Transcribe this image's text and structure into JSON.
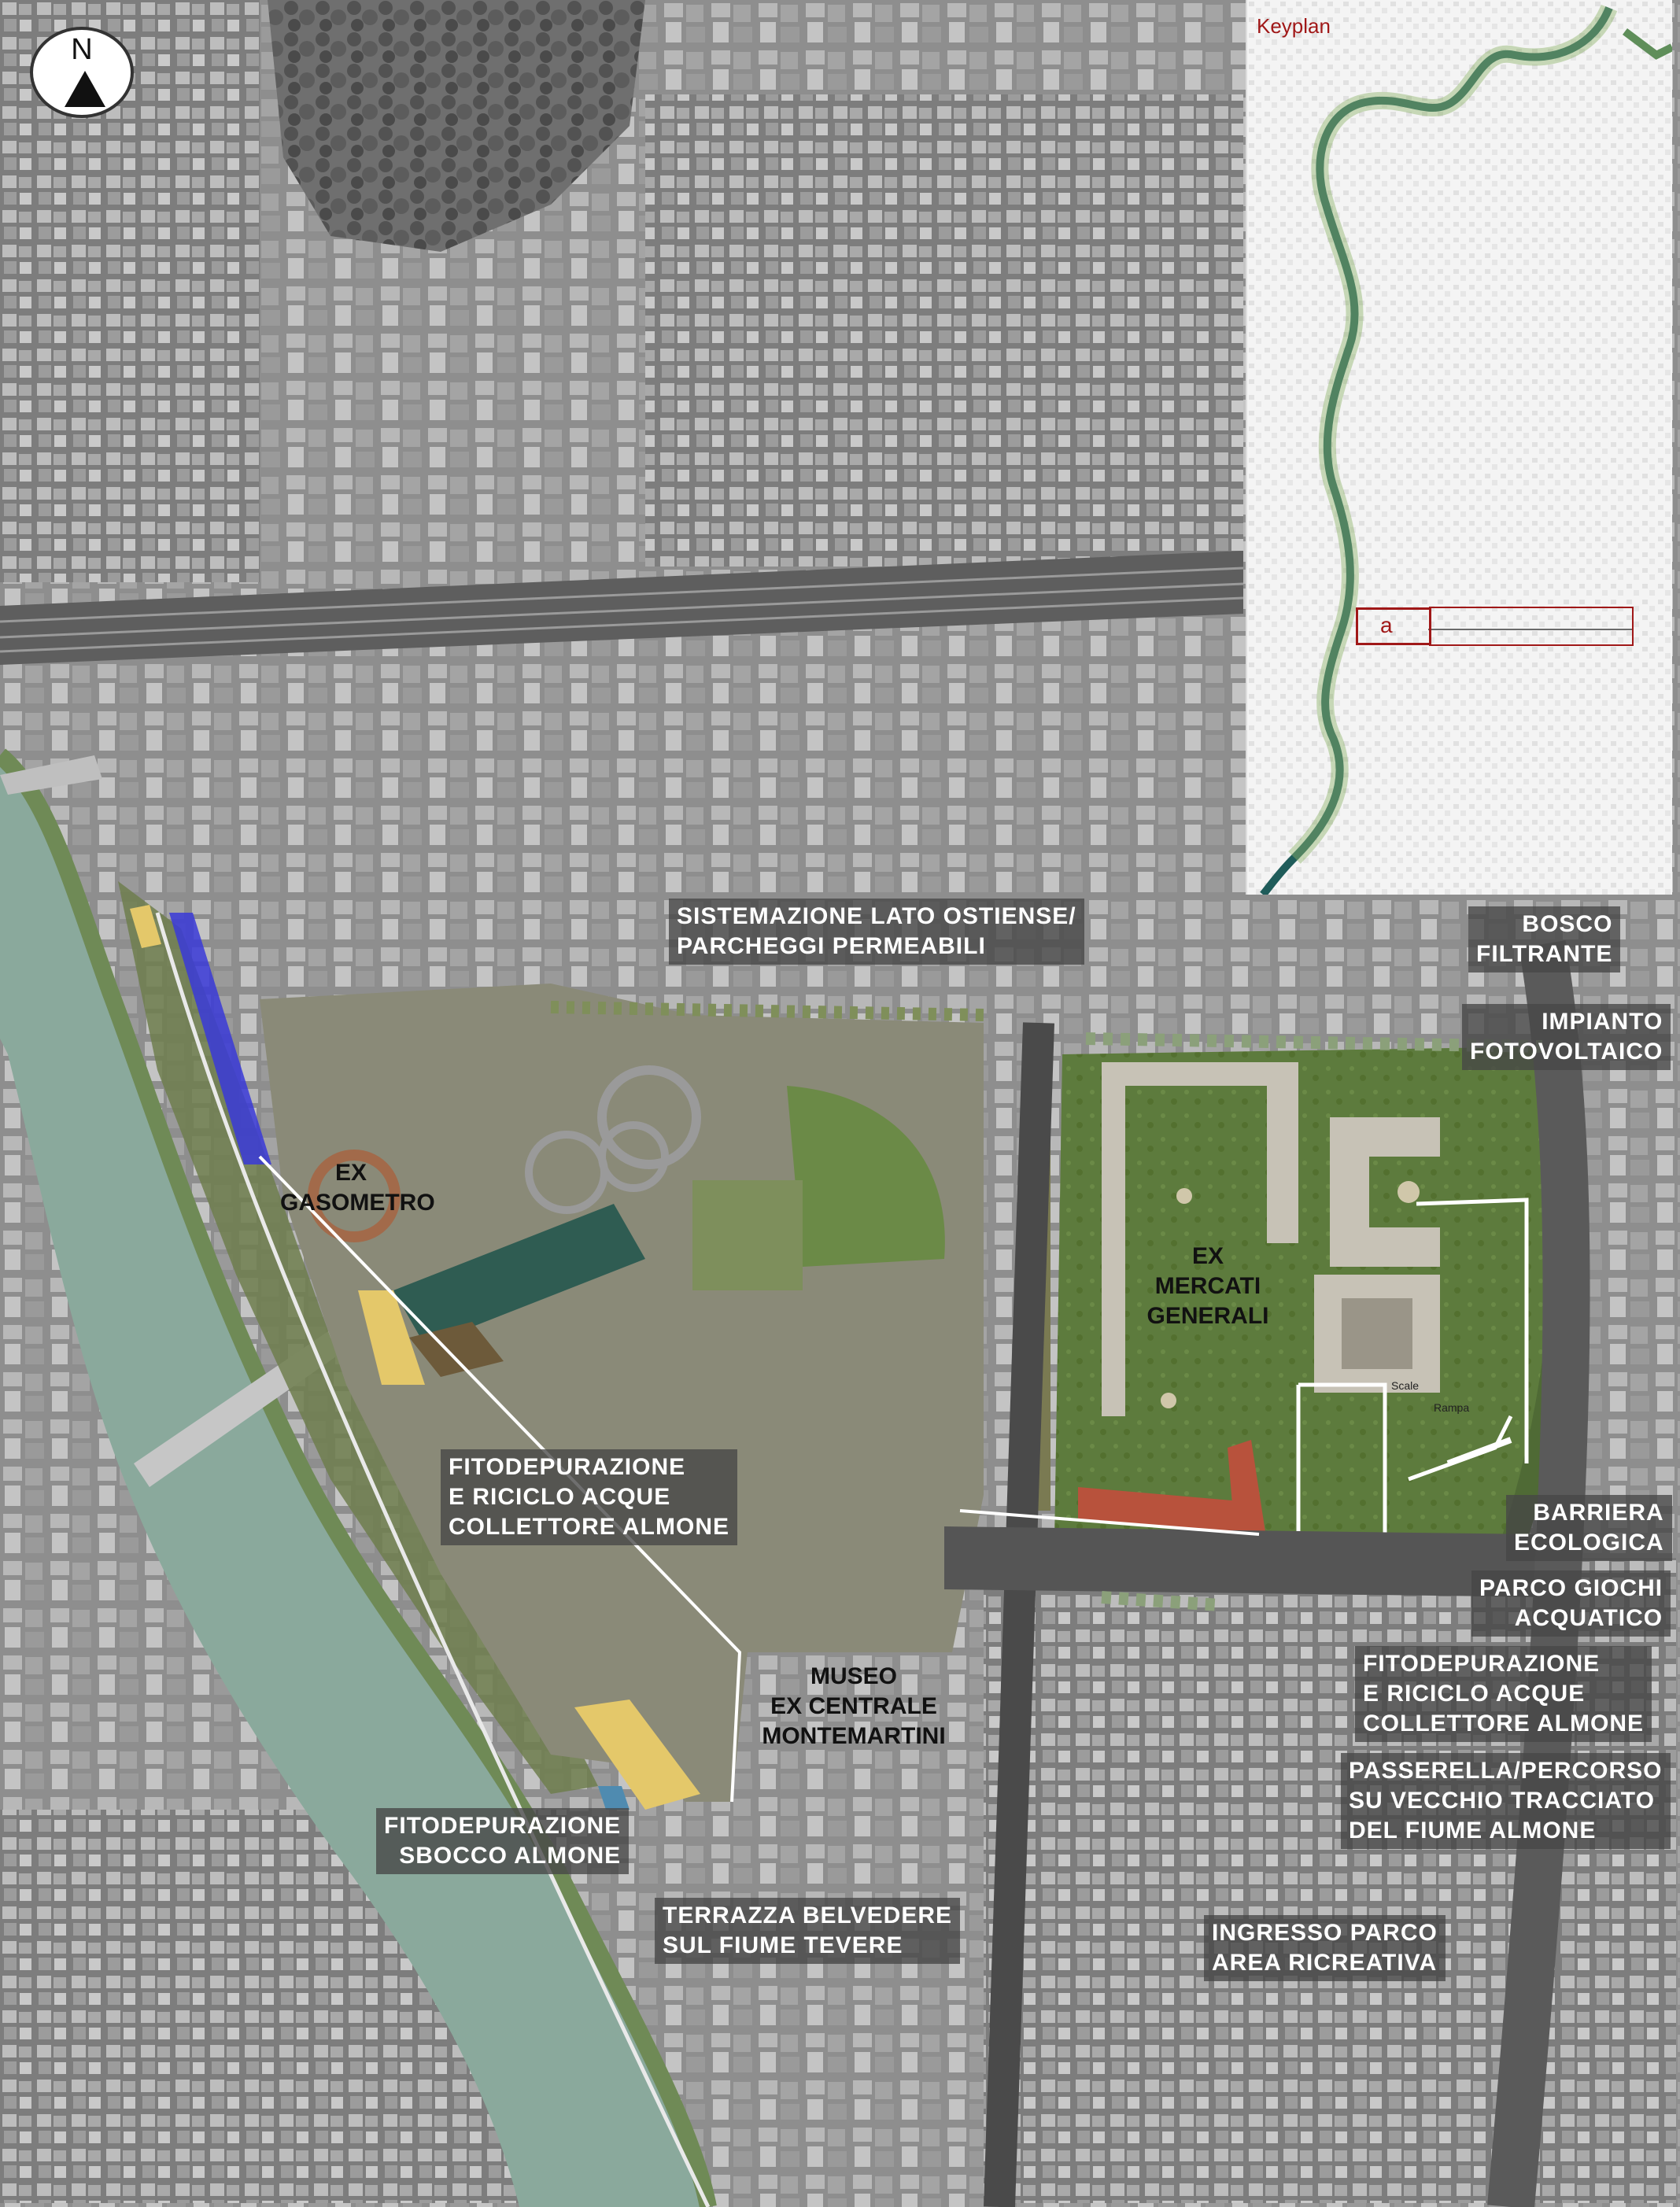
{
  "keyplan": {
    "title": "Keyplan",
    "marker": "a"
  },
  "north_arrow": {
    "letter": "N"
  },
  "places": {
    "gasometro": [
      "EX",
      "GASOMETRO"
    ],
    "mercati": [
      "EX",
      "MERCATI",
      "GENERALI"
    ],
    "museo": [
      "MUSEO",
      "EX CENTRALE",
      "MONTEMARTINI"
    ],
    "scale": "Scale",
    "rampa": "Rampa"
  },
  "labels": {
    "ostiense": [
      "SISTEMAZIONE LATO OSTIENSE/",
      "PARCHEGGI PERMEABILI"
    ],
    "bosco": [
      "BOSCO",
      "FILTRANTE"
    ],
    "impianto": [
      "IMPIANTO",
      "FOTOVOLTAICO"
    ],
    "fito_left": [
      "FITODEPURAZIONE",
      "E RICICLO ACQUE",
      "COLLETTORE ALMONE"
    ],
    "barriera": [
      "BARRIERA",
      "ECOLOGICA"
    ],
    "parco_giochi": [
      "PARCO GIOCHI",
      "ACQUATICO"
    ],
    "fito_right": [
      "FITODEPURAZIONE",
      "E RICICLO ACQUE",
      "COLLETTORE ALMONE"
    ],
    "passerella": [
      "PASSERELLA/PERCORSO",
      "SU VECCHIO TRACCIATO",
      "DEL FIUME ALMONE"
    ],
    "sbocco": [
      "FITODEPURAZIONE",
      "SBOCCO  ALMONE"
    ],
    "terrazza": [
      "TERRAZZA BELVEDERE",
      "SUL FIUME TEVERE"
    ],
    "ingresso": [
      "INGRESSO PARCO",
      "AREA RICREATIVA"
    ]
  },
  "colors": {
    "river": "#8aa99c",
    "park": "#5f7a3c",
    "accent_blue": "#3a3ad8",
    "accent_yellow": "#e4c86a",
    "keyplan_red": "#a01818",
    "keyplan_river": "#1f5c5a"
  }
}
